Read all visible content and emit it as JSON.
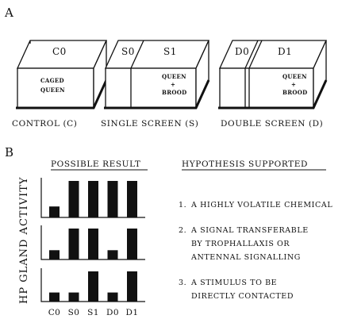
{
  "panel_a": {
    "letter": "A",
    "boxes": [
      {
        "labels": [
          "C0"
        ],
        "inner": [
          {
            "text": "CAGED"
          },
          {
            "text": "QUEEN"
          }
        ],
        "caption": "CONTROL (C)"
      },
      {
        "labels": [
          "S0",
          "S1"
        ],
        "inner": [
          {
            "text": "QUEEN"
          },
          {
            "text": "+"
          },
          {
            "text": "BROOD"
          }
        ],
        "caption": "SINGLE SCREEN (S)"
      },
      {
        "labels": [
          "D0",
          "D1"
        ],
        "inner": [
          {
            "text": "QUEEN"
          },
          {
            "text": "+"
          },
          {
            "text": "BROOD"
          }
        ],
        "caption": "DOUBLE SCREEN (D)"
      }
    ]
  },
  "panel_b": {
    "letter": "B",
    "header_result": "POSSIBLE RESULT",
    "header_hypothesis": "HYPOTHESIS SUPPORTED",
    "ylabel": "HP GLAND ACTIVITY",
    "categories": [
      "C0",
      "S0",
      "S1",
      "D0",
      "D1"
    ],
    "hypotheses": [
      {
        "number": "1.",
        "lines": [
          "A HIGHLY VOLATILE CHEMICAL"
        ]
      },
      {
        "number": "2.",
        "lines": [
          "A SIGNAL TRANSFERABLE",
          "BY TROPHALLAXIS OR",
          "ANTENNAL SIGNALLING"
        ]
      },
      {
        "number": "3.",
        "lines": [
          "A STIMULUS TO BE",
          "DIRECTLY CONTACTED"
        ]
      }
    ]
  },
  "chart_data": [
    {
      "type": "bar",
      "categories": [
        "C0",
        "S0",
        "S1",
        "D0",
        "D1"
      ],
      "values": [
        0.3,
        1,
        1,
        1,
        1
      ]
    },
    {
      "type": "bar",
      "categories": [
        "C0",
        "S0",
        "S1",
        "D0",
        "D1"
      ],
      "values": [
        0.3,
        1,
        1,
        0.3,
        1
      ]
    },
    {
      "type": "bar",
      "categories": [
        "C0",
        "S0",
        "S1",
        "D0",
        "D1"
      ],
      "values": [
        0.3,
        0.3,
        1,
        0.3,
        1
      ]
    }
  ]
}
